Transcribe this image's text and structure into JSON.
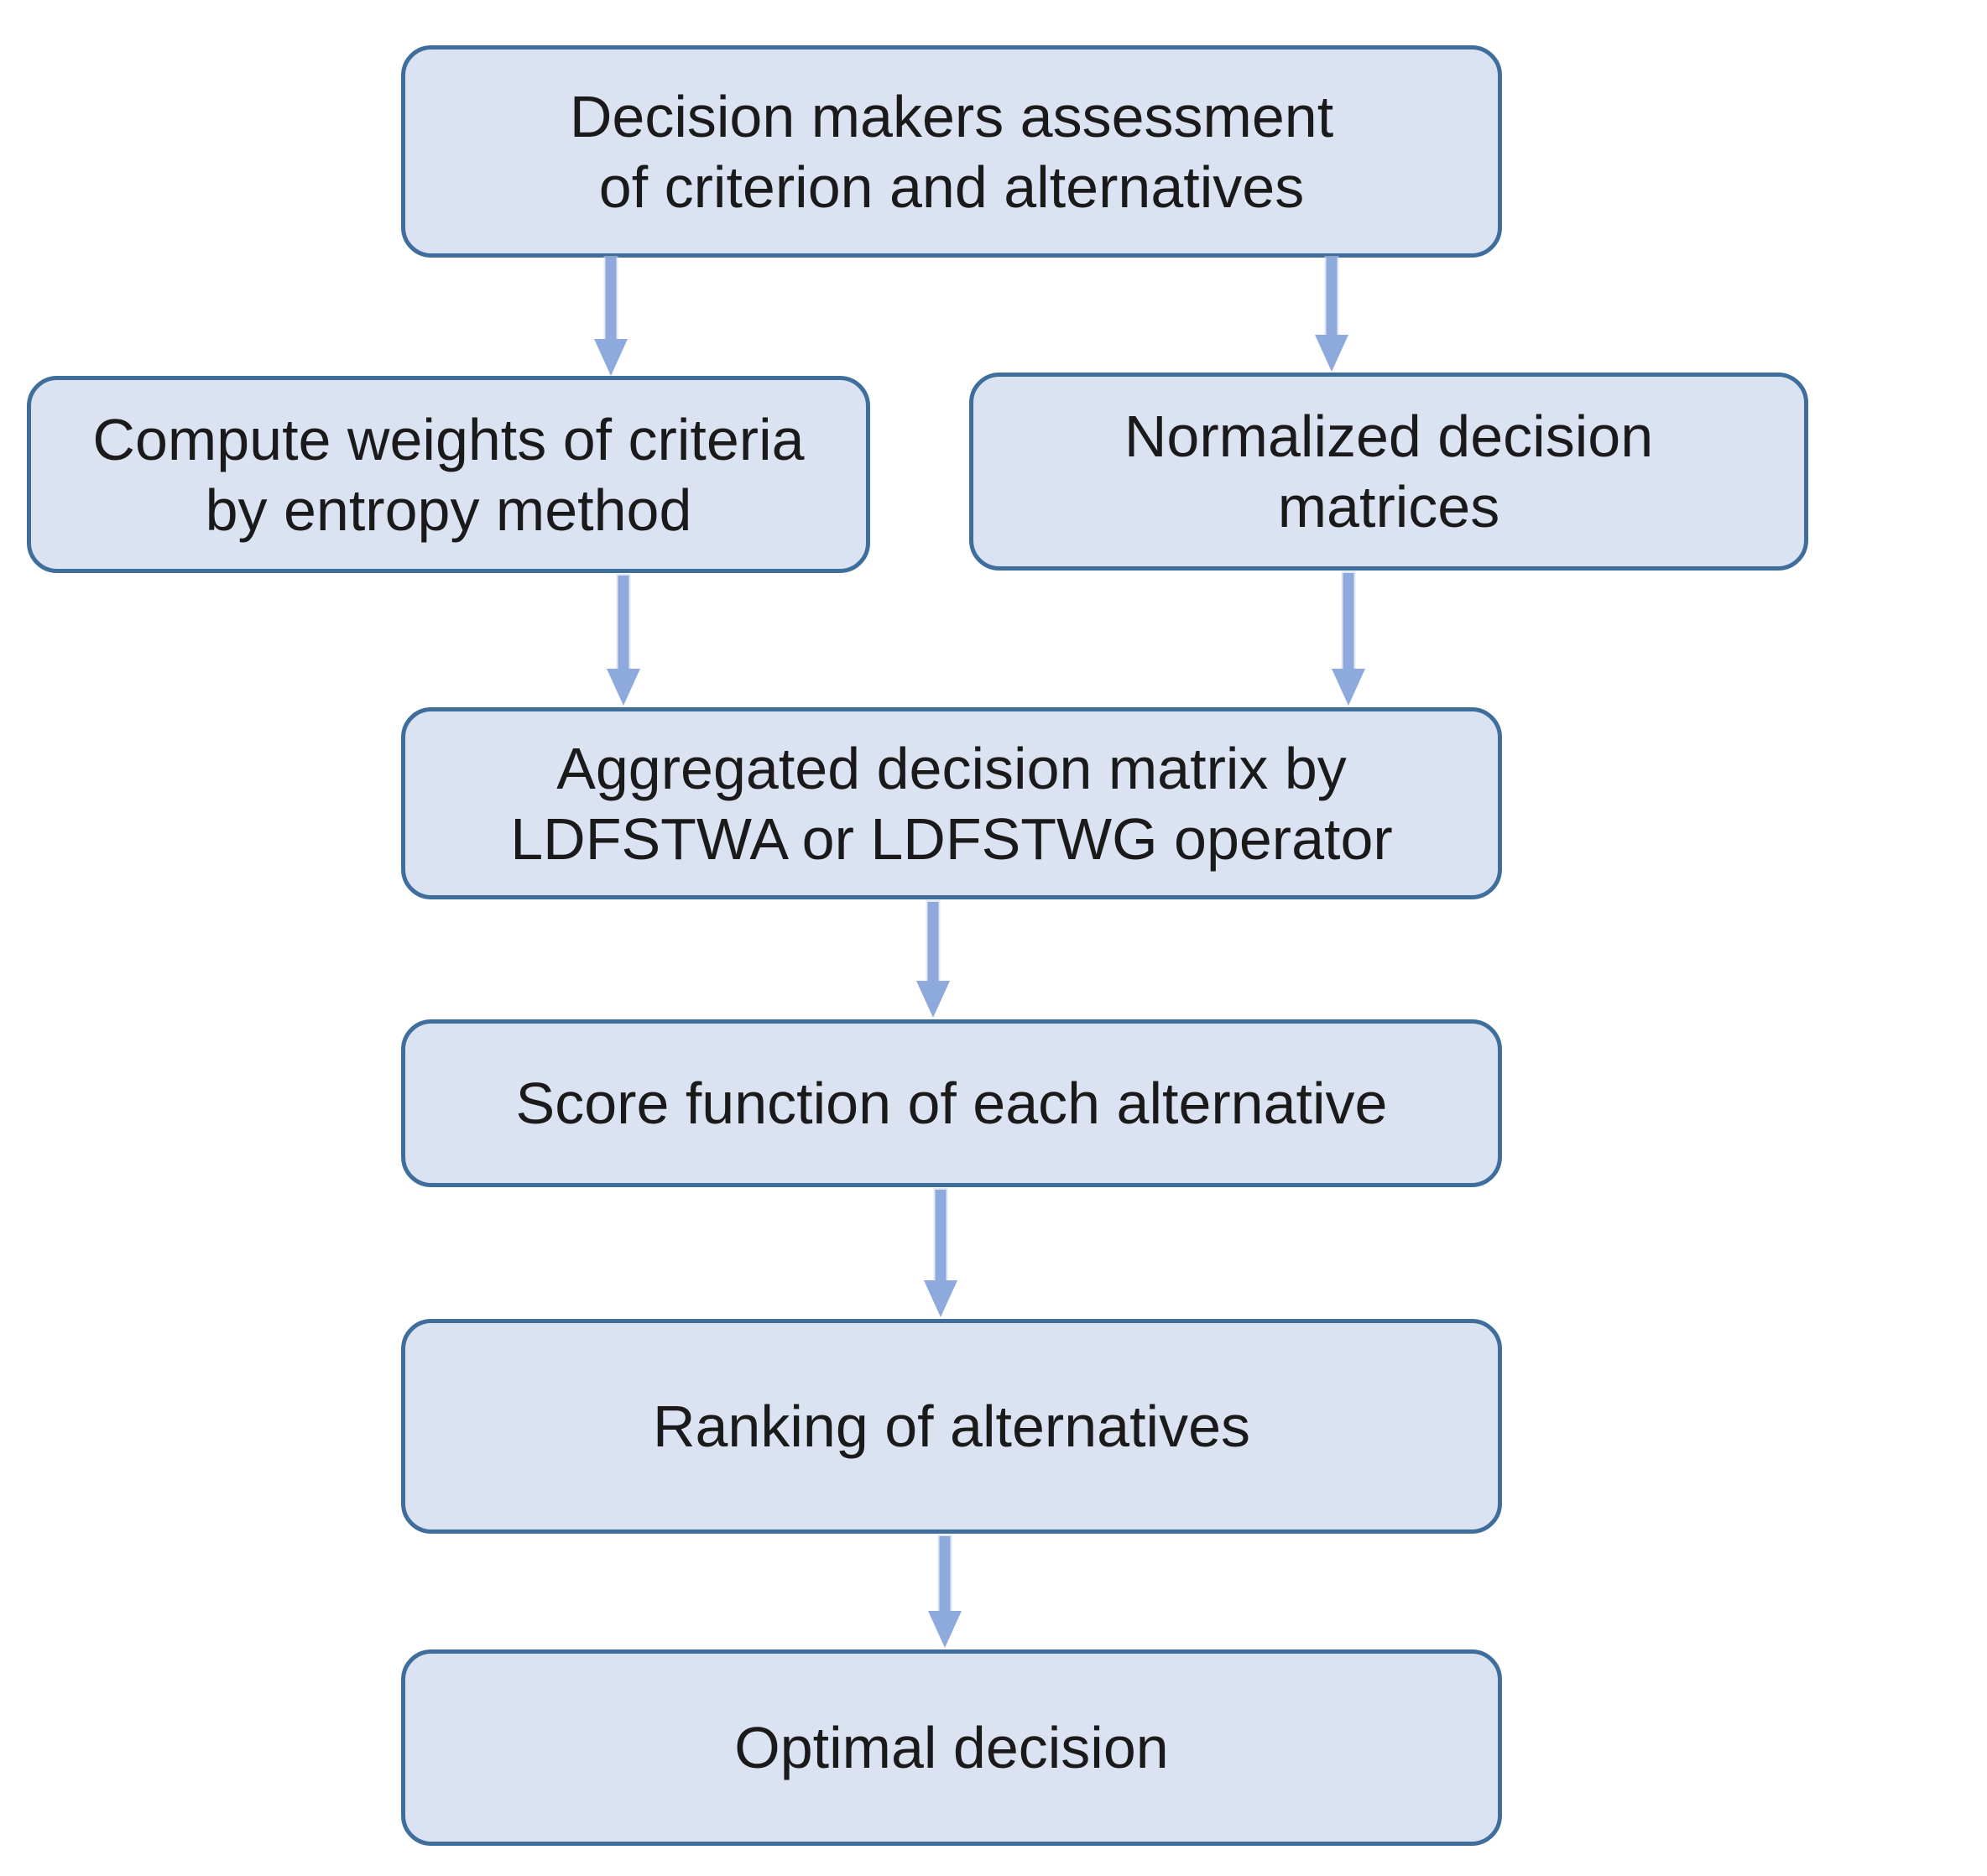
{
  "diagram": {
    "title": "LDFST decision-making flowchart",
    "colors": {
      "background": "#ffffff",
      "node_fill": "#dbe3f3",
      "node_border": "#3f6e9d",
      "arrow": "#8ea9dc",
      "text": "#1a1a1a"
    },
    "nodes": [
      {
        "id": "assessment",
        "lines": [
          "Decision makers assessment",
          "of criterion and alternatives"
        ]
      },
      {
        "id": "weights",
        "lines": [
          "Compute weights of criteria",
          "by entropy method"
        ]
      },
      {
        "id": "normalized",
        "lines": [
          "Normalized decision",
          "matrices"
        ]
      },
      {
        "id": "aggregated",
        "lines": [
          "Aggregated decision matrix by",
          "LDFSTWA or LDFSTWG operator"
        ]
      },
      {
        "id": "score",
        "lines": [
          "Score function of each alternative"
        ]
      },
      {
        "id": "ranking",
        "lines": [
          "Ranking of alternatives"
        ]
      },
      {
        "id": "optimal",
        "lines": [
          "Optimal decision"
        ]
      }
    ],
    "edges": [
      {
        "from": "assessment",
        "to": "weights"
      },
      {
        "from": "assessment",
        "to": "normalized"
      },
      {
        "from": "weights",
        "to": "aggregated"
      },
      {
        "from": "normalized",
        "to": "aggregated"
      },
      {
        "from": "aggregated",
        "to": "score"
      },
      {
        "from": "score",
        "to": "ranking"
      },
      {
        "from": "ranking",
        "to": "optimal"
      }
    ]
  }
}
